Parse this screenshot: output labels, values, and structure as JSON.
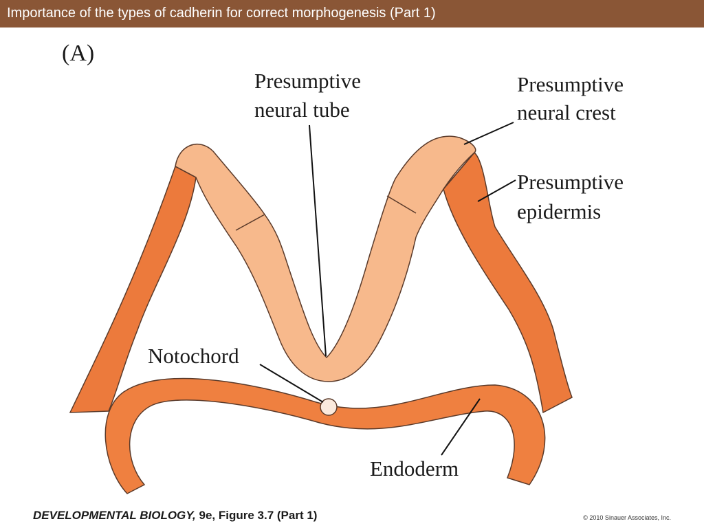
{
  "header": {
    "title": "Importance of the types of cadherin for correct morphogenesis (Part 1)"
  },
  "figure": {
    "panel_label": "(A)",
    "labels": {
      "neural_tube_line1": "Presumptive",
      "neural_tube_line2": "neural tube",
      "neural_crest_line1": "Presumptive",
      "neural_crest_line2": "neural crest",
      "epidermis_line1": "Presumptive",
      "epidermis_line2": "epidermis",
      "notochord": "Notochord",
      "endoderm": "Endoderm"
    },
    "colors": {
      "epidermis": "#ec7a3c",
      "neural_tissue": "#f7b98c",
      "endoderm": "#ef8040",
      "outline": "#5a3a2a"
    }
  },
  "footer": {
    "caption_title": "DEVELOPMENTAL BIOLOGY,",
    "caption_rest": " 9e, Figure 3.7 (Part 1)",
    "copyright": "© 2010 Sinauer Associates, Inc."
  }
}
